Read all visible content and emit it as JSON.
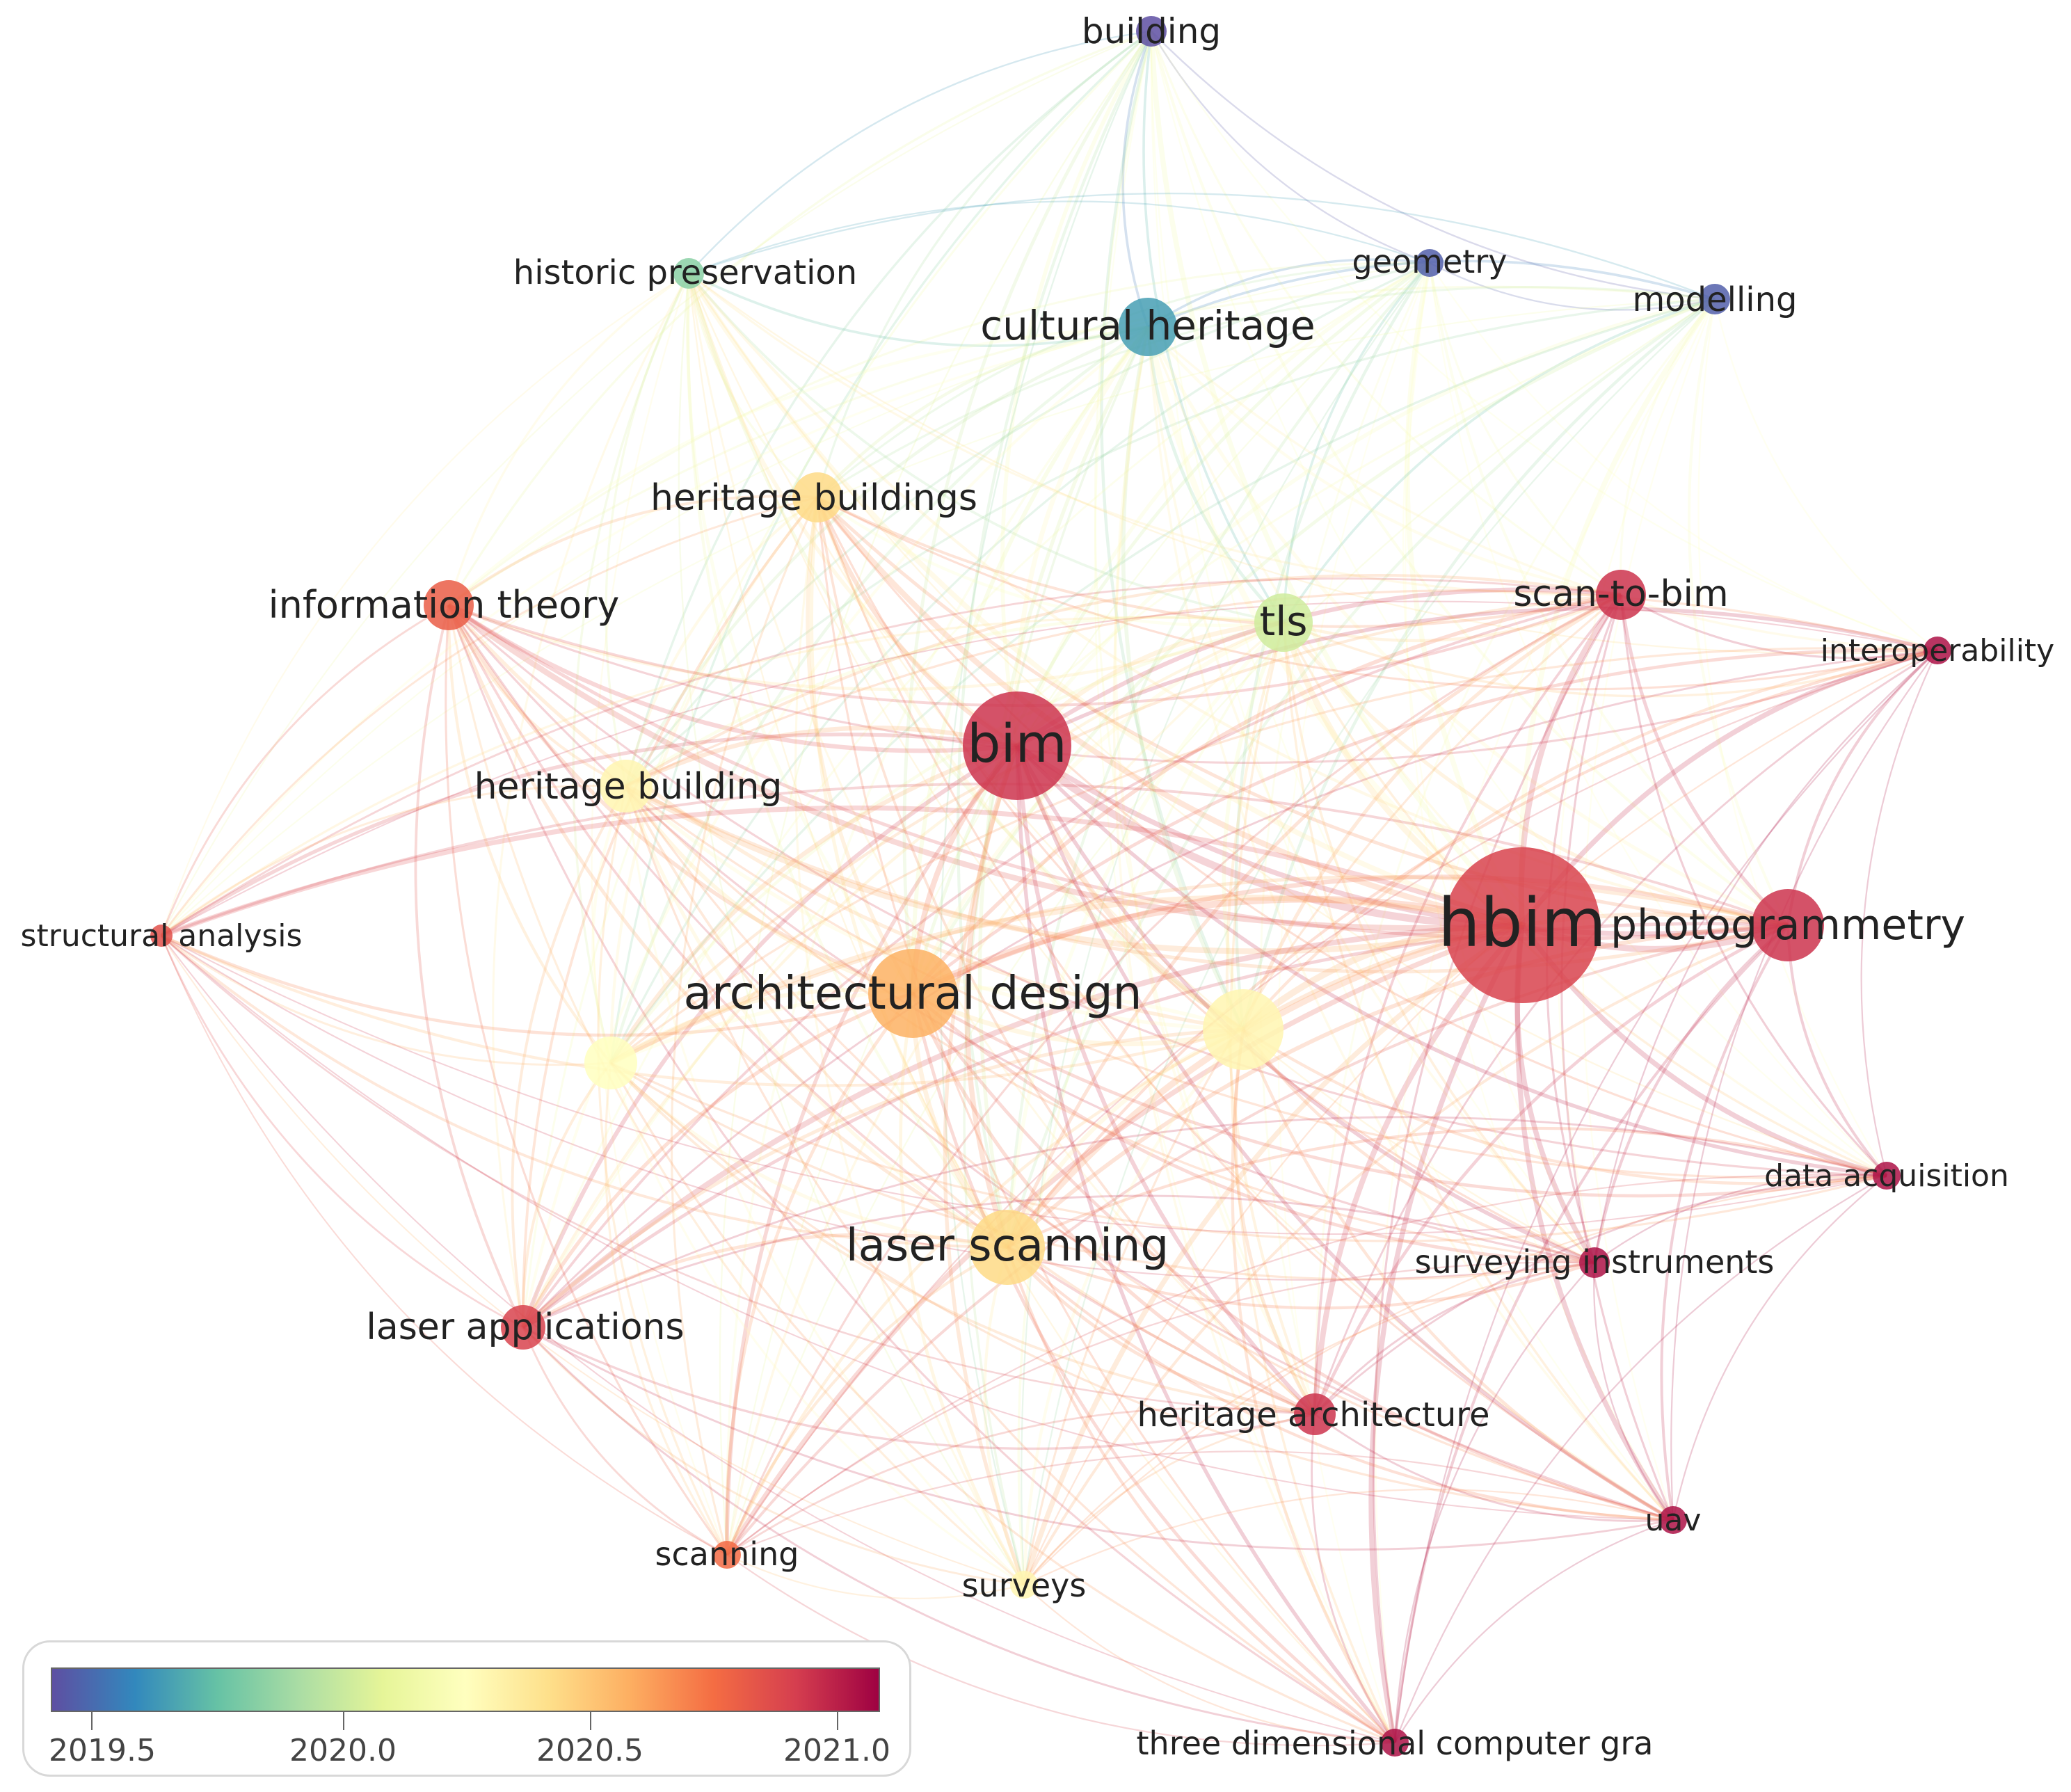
{
  "nodes": [
    {
      "id": "building",
      "label": "building",
      "year": 2019.35
    },
    {
      "id": "geometry",
      "label": "geometry",
      "year": 2019.4
    },
    {
      "id": "modelling",
      "label": "modelling",
      "year": 2019.4
    },
    {
      "id": "historic_preservation",
      "label": "historic preservation",
      "year": 2019.8
    },
    {
      "id": "cultural_heritage",
      "label": "cultural heritage",
      "year": 2019.6
    },
    {
      "id": "heritage_buildings",
      "label": "heritage buildings",
      "year": 2020.45
    },
    {
      "id": "information_theory",
      "label": "information theory",
      "year": 2020.85
    },
    {
      "id": "tls",
      "label": "tls",
      "year": 2020.0
    },
    {
      "id": "scan_to_bim",
      "label": "scan-to-bim",
      "year": 2021.0
    },
    {
      "id": "interoperability",
      "label": "interoperability",
      "year": 2021.1
    },
    {
      "id": "bim",
      "label": "bim",
      "year": 2021.0
    },
    {
      "id": "heritage_building",
      "label": "heritage building",
      "year": 2020.3
    },
    {
      "id": "hbim",
      "label": "hbim",
      "year": 2020.95
    },
    {
      "id": "photogrammetry",
      "label": "photogrammetry",
      "year": 2021.0
    },
    {
      "id": "structural_analysis",
      "label": "structural analysis",
      "year": 2020.9
    },
    {
      "id": "architectural_design",
      "label": "architectural design",
      "year": 2020.6
    },
    {
      "id": "unlabeled_a",
      "label": "",
      "year": 2020.3
    },
    {
      "id": "unlabeled_b",
      "label": "",
      "year": 2020.25
    },
    {
      "id": "data_acquisition",
      "label": "data acquisition",
      "year": 2021.1
    },
    {
      "id": "laser_scanning",
      "label": "laser scanning",
      "year": 2020.45
    },
    {
      "id": "surveying_instruments",
      "label": "surveying instruments",
      "year": 2021.1
    },
    {
      "id": "laser_applications",
      "label": "laser applications",
      "year": 2020.95
    },
    {
      "id": "heritage_architecture",
      "label": "heritage architecture",
      "year": 2021.0
    },
    {
      "id": "uav",
      "label": "uav",
      "year": 2021.1
    },
    {
      "id": "scanning",
      "label": "scanning",
      "year": 2020.8
    },
    {
      "id": "surveys",
      "label": "surveys",
      "year": 2020.3
    },
    {
      "id": "three_dimensional",
      "label": "three dimensional computer gra",
      "year": 2021.1
    }
  ],
  "legend": {
    "min": 2019.35,
    "max": 2021.15,
    "ticks": [
      {
        "value": 2019.5,
        "label": "2019.5"
      },
      {
        "value": 2020.0,
        "label": "2020.0"
      },
      {
        "value": 2020.5,
        "label": "2020.5"
      },
      {
        "value": 2021.0,
        "label": "2021.0"
      }
    ],
    "colors": [
      "#5e4fa2",
      "#3288bd",
      "#66c2a5",
      "#abdda4",
      "#e6f598",
      "#ffffbf",
      "#fee08b",
      "#fdae61",
      "#f46d43",
      "#d53e4f",
      "#9e0142"
    ]
  }
}
